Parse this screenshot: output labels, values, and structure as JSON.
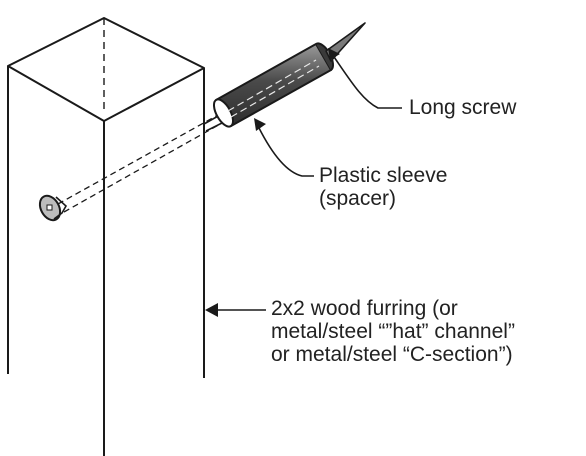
{
  "diagram": {
    "labels": {
      "long_screw": "Long screw",
      "plastic_sleeve": "Plastic sleeve\n(spacer)",
      "furring": "2x2 wood furring (or\nmetal/steel “”hat” channel”\nor metal/steel “C-section”)"
    },
    "colors": {
      "stroke": "#1a1a1a",
      "sleeve_fill": "#5a5a5a",
      "head_fill": "#bdbdbd",
      "text": "#222222"
    }
  }
}
